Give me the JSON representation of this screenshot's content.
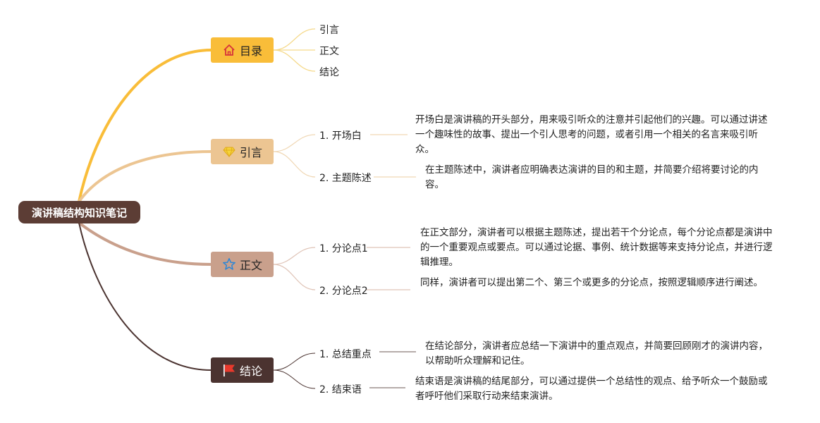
{
  "root": {
    "label": "演讲稿结构知识笔记"
  },
  "branches": [
    {
      "label": "目录",
      "icon": "home-icon",
      "color": "#f9bd39",
      "items": [
        "引言",
        "正文",
        "结论"
      ]
    },
    {
      "label": "引言",
      "icon": "diamond-icon",
      "color": "#ecc592",
      "items": [
        {
          "label": "1. 开场白",
          "note": "开场白是演讲稿的开头部分，用来吸引听众的注意并引起他们的兴趣。可以通过讲述一个趣味性的故事、提出一个引人思考的问题，或者引用一个相关的名言来吸引听众。"
        },
        {
          "label": "2. 主题陈述",
          "note": "在主题陈述中，演讲者应明确表达演讲的目的和主题，并简要介绍将要讨论的内容。"
        }
      ]
    },
    {
      "label": "正文",
      "icon": "star-icon",
      "color": "#c9a08c",
      "items": [
        {
          "label": "1. 分论点1",
          "note": "在正文部分，演讲者可以根据主题陈述，提出若干个分论点，每个分论点都是演讲中的一个重要观点或要点。可以通过论据、事例、统计数据等来支持分论点，并进行逻辑推理。"
        },
        {
          "label": "2. 分论点2",
          "note": "同样，演讲者可以提出第二个、第三个或更多的分论点，按照逻辑顺序进行阐述。"
        }
      ]
    },
    {
      "label": "结论",
      "icon": "flag-icon",
      "color": "#4b3330",
      "items": [
        {
          "label": "1. 总结重点",
          "note": "在结论部分，演讲者应总结一下演讲中的重点观点，并简要回顾刚才的演讲内容，以帮助听众理解和记住。"
        },
        {
          "label": "2. 结束语",
          "note": "结束语是演讲稿的结尾部分，可以通过提供一个总结性的观点、给予听众一个鼓励或者呼吁他们采取行动来结束演讲。"
        }
      ]
    }
  ]
}
